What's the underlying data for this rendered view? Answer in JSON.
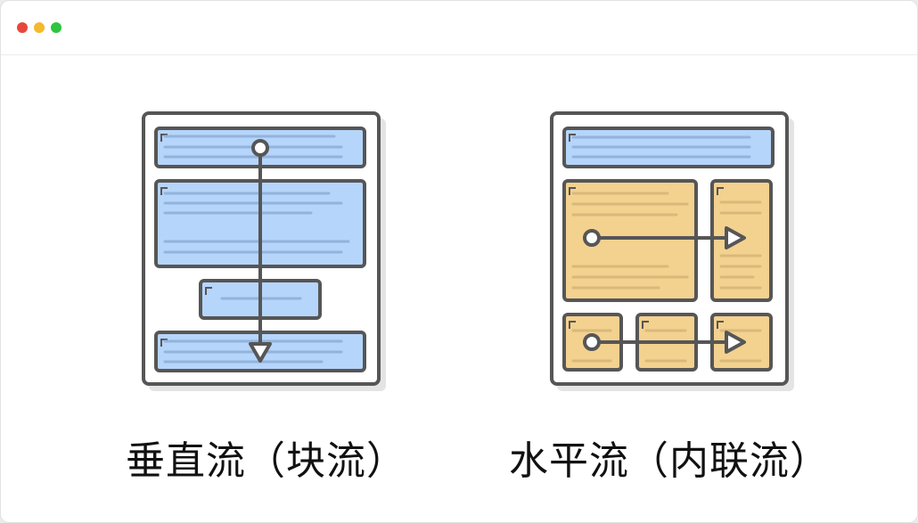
{
  "window": {
    "controls": [
      {
        "name": "close",
        "color": "#e5483b"
      },
      {
        "name": "minimize",
        "color": "#f5b92a"
      },
      {
        "name": "maximize",
        "color": "#2fc53e"
      }
    ]
  },
  "colors": {
    "outline": "#565656",
    "block_fill": "#b6d5fb",
    "block_text_line": "#93b3dc",
    "inline_fill": "#f3d18f",
    "inline_text_line": "#d9b97b",
    "shadow": "#e4e4e4",
    "page_fill": "#ffffff"
  },
  "diagrams": [
    {
      "id": "vertical",
      "caption": "垂直流（块流）",
      "flow_direction": "vertical"
    },
    {
      "id": "horizontal",
      "caption": "水平流（内联流）",
      "flow_direction": "horizontal"
    }
  ]
}
